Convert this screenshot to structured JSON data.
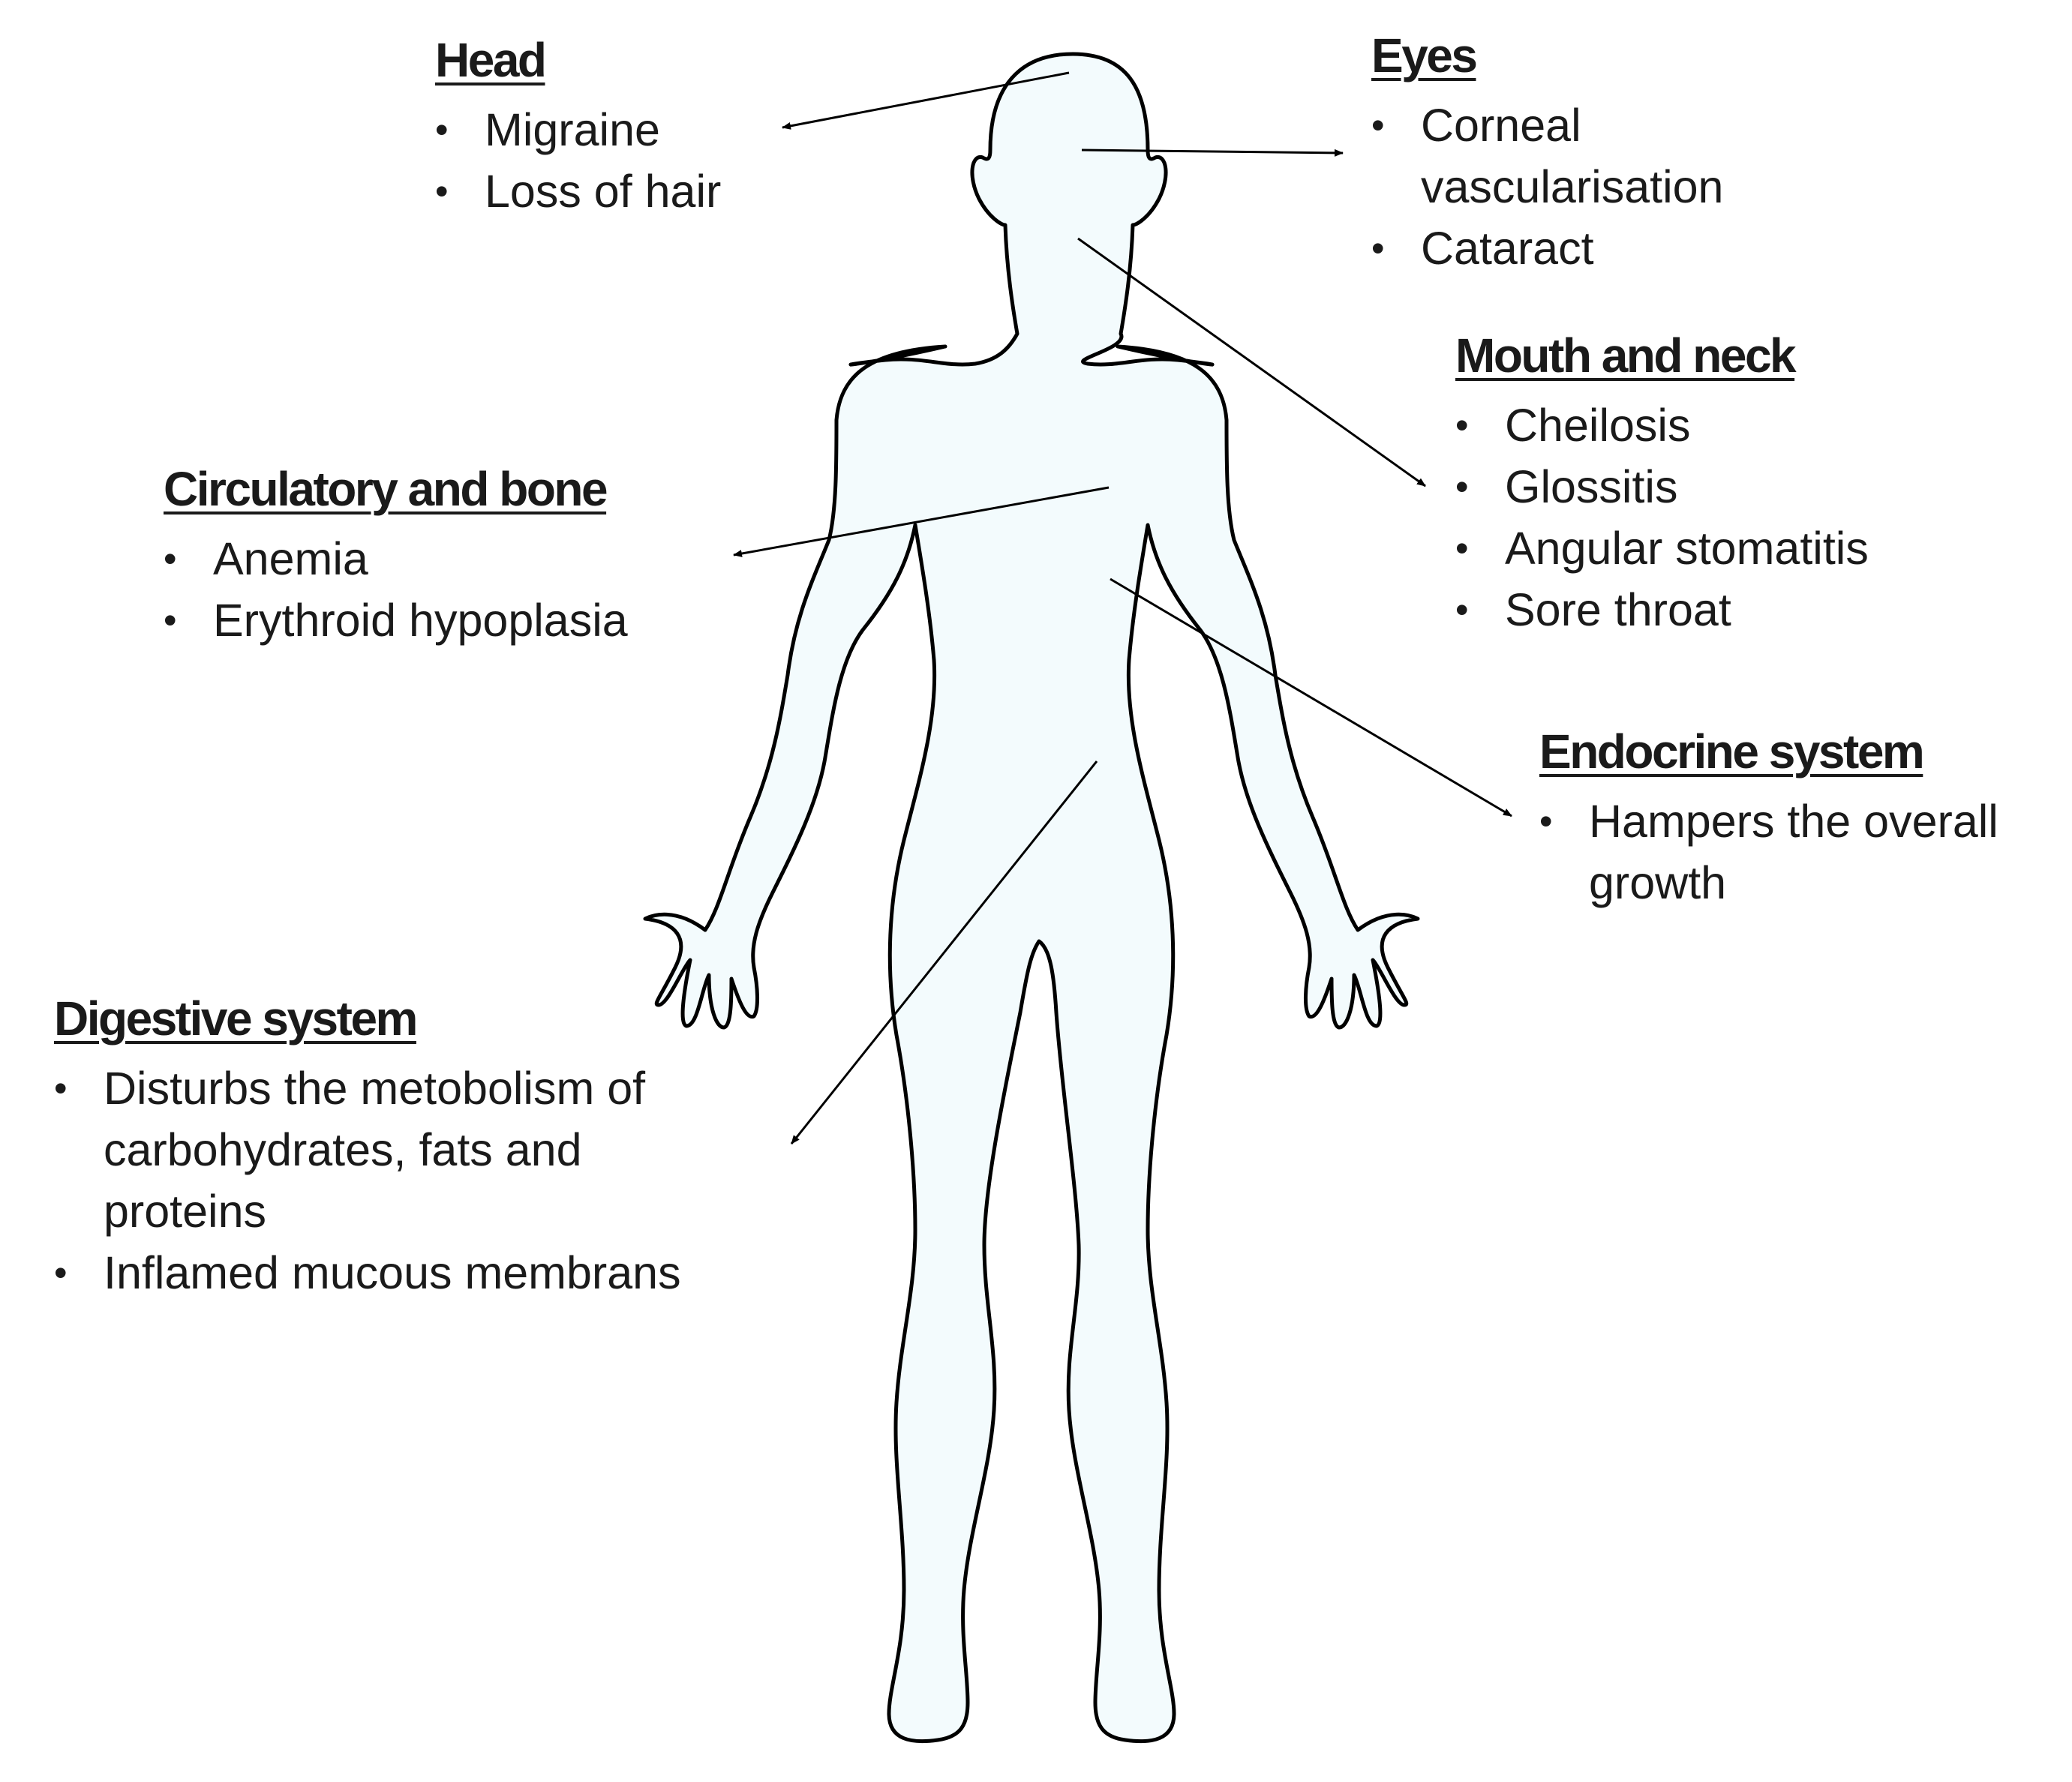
{
  "labels": {
    "head": {
      "title": "Head",
      "items": [
        "Migraine",
        "Loss of hair"
      ]
    },
    "eyes": {
      "title": "Eyes",
      "items": [
        {
          "line1": "Corneal",
          "line2": "vascularisation"
        },
        {
          "line1": "Cataract",
          "line2": ""
        }
      ]
    },
    "mouth": {
      "title": "Mouth and neck",
      "items": [
        "Cheilosis",
        "Glossitis",
        "Angular stomatitis",
        "Sore throat"
      ]
    },
    "circulatory": {
      "title": "Circulatory and bone",
      "items": [
        "Anemia",
        "Erythroid hypoplasia"
      ]
    },
    "endocrine": {
      "title": "Endocrine system",
      "items": [
        {
          "line1": "Hampers the overall",
          "line2": "growth"
        }
      ]
    },
    "digestive": {
      "title": "Digestive system",
      "items": [
        {
          "line1": "Disturbs the metobolism of",
          "line2": "carbohydrates, fats and",
          "line3": "proteins"
        },
        {
          "line1": "Inflamed mucous membrans",
          "line2": "",
          "line3": ""
        }
      ]
    }
  },
  "bullet_glyph": "•",
  "colors": {
    "body_fill": "#f3fbfd",
    "body_outline": "#000000",
    "text": "#1a1a1a",
    "arrow": "#000000"
  },
  "icons": [
    "human-body-outline",
    "arrow"
  ]
}
